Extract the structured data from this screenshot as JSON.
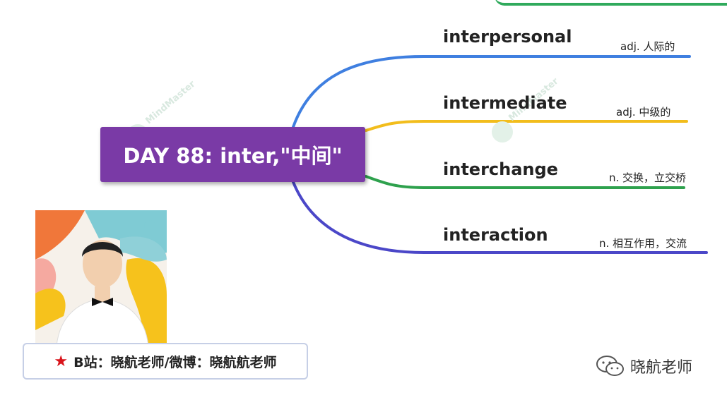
{
  "root": {
    "label": "DAY 88: inter,\"中间\""
  },
  "branches": [
    {
      "word": "interpersonal",
      "meaning": "adj. 人际的",
      "color": "#3f7fe0"
    },
    {
      "word": "intermediate",
      "meaning": "adj. 中级的",
      "color": "#f2bd1c"
    },
    {
      "word": "interchange",
      "meaning": "n. 交换，立交桥",
      "color": "#2ea14d"
    },
    {
      "word": "interaction",
      "meaning": "n. 相互作用，交流",
      "color": "#4b47c8"
    }
  ],
  "watermark": {
    "text": "MindMaster"
  },
  "badge": {
    "text": "B站：晓航老师/微博：晓航航老师"
  },
  "wechat": {
    "name": "晓航老师"
  },
  "colors": {
    "root_bg": "#7a3aa6",
    "star": "#d9141b",
    "accent_top": "#2faa5c"
  }
}
